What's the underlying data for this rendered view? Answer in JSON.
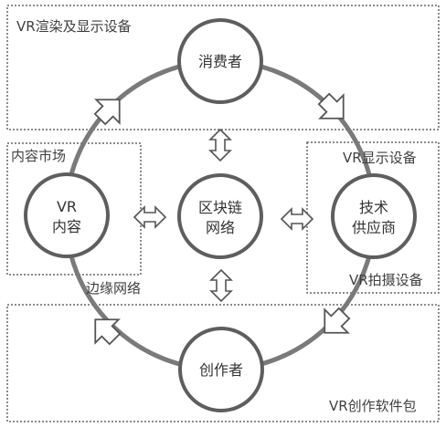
{
  "regions": {
    "top": "VR渲染及显示设备",
    "left": "内容市场",
    "right_top": "VR显示设备",
    "right_bottom": "VR拍摄设备",
    "left_bottom": "边缘网络",
    "bottom": "VR创作软件包"
  },
  "nodes": {
    "consumer": "消费者",
    "vr_content_line1": "VR",
    "vr_content_line2": "内容",
    "blockchain_line1": "区块链",
    "blockchain_line2": "网络",
    "tech_line1": "技术",
    "tech_line2": "供应商",
    "creator": "创作者"
  },
  "colors": {
    "ring": "#7a7a7a",
    "node_stroke": "#5e5e5e",
    "dashed": "#666666",
    "arrow_stroke": "#555555",
    "text": "#404040"
  }
}
